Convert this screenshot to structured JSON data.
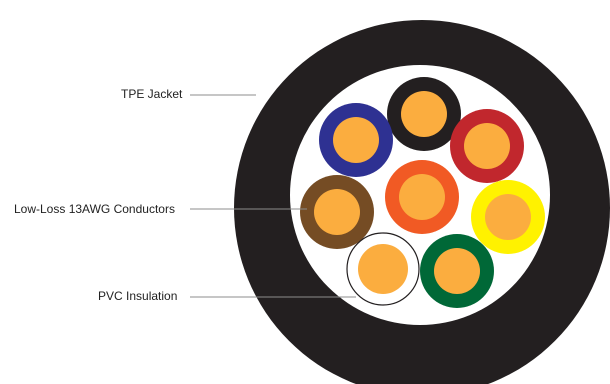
{
  "labels": {
    "jacket": "TPE Jacket",
    "conductors": "Low-Loss 13AWG Conductors",
    "insulation": "PVC Insulation"
  },
  "colors": {
    "jacket": "#231f20",
    "core_background": "#ffffff",
    "conductor_copper": "#fbad3f",
    "leader_line": "#8c8c8c",
    "insulation_outline": "#231f20"
  },
  "conductors": [
    {
      "name": "black",
      "insulation_color": "#231f20"
    },
    {
      "name": "blue",
      "insulation_color": "#2e3192"
    },
    {
      "name": "red",
      "insulation_color": "#c1272d"
    },
    {
      "name": "orange",
      "insulation_color": "#f15a24"
    },
    {
      "name": "yellow",
      "insulation_color": "#fff200"
    },
    {
      "name": "brown",
      "insulation_color": "#754c24"
    },
    {
      "name": "white",
      "insulation_color": "#ffffff"
    },
    {
      "name": "green",
      "insulation_color": "#006837"
    }
  ]
}
